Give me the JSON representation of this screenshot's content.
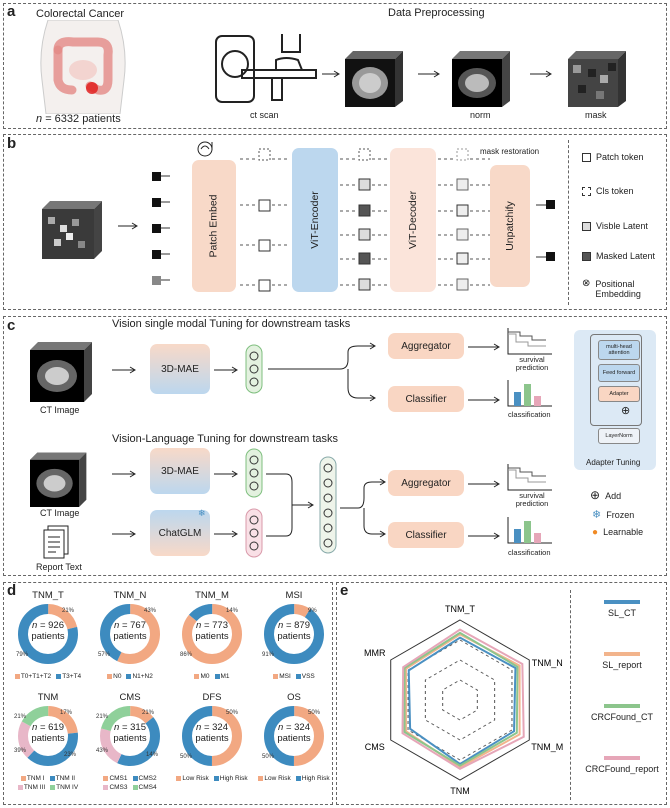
{
  "panel_a": {
    "label": "a",
    "title_left": "Colorectal Cancer",
    "title_right": "Data Preprocessing",
    "patients": "= 6332 patients",
    "n": "n",
    "steps": [
      "ct scan",
      "norm",
      "mask"
    ]
  },
  "panel_b": {
    "label": "b",
    "patch_embed": "Patch Embed",
    "encoder": "ViT-Encoder",
    "decoder": "ViT-Decoder",
    "unpatchify": "Unpatchify",
    "mask_restoration": "mask restoration",
    "legend": [
      "Patch token",
      "Cls token",
      "Visble Latent",
      "Masked Latent",
      "Positional Embedding"
    ]
  },
  "panel_c": {
    "label": "c",
    "title_top": "Vision single modal Tuning for downstream tasks",
    "title_bottom": "Vision-Language Tuning for downstream tasks",
    "ct_image": "CT Image",
    "report_text": "Report Text",
    "mae": "3D-MAE",
    "chatglm": "ChatGLM",
    "aggregator": "Aggregator",
    "classifier": "Classifier",
    "survival_prediction": "survival prediction",
    "classification": "classification",
    "adapter": {
      "attention": "multi-head attention",
      "feed_forward": "Feed forward",
      "adapter": "Adapter",
      "layernorm": "LayerNorm",
      "caption": "Adapter Tuning"
    },
    "legend": [
      "Add",
      "Frozen",
      "Learnable"
    ]
  },
  "panel_d": {
    "label": "d",
    "donuts": [
      {
        "title": "TNM_T",
        "n": "= 926",
        "unit": "patients",
        "legend": [
          "T0+T1+T2",
          "T3+T4"
        ],
        "pcts": [
          "21%",
          "79%"
        ],
        "values": [
          21,
          79
        ],
        "colors": [
          "#f2a882",
          "#3d8bbf"
        ]
      },
      {
        "title": "TNM_N",
        "n": "= 767",
        "unit": "patients",
        "legend": [
          "N0",
          "N1+N2"
        ],
        "pcts": [
          "43%",
          "57%"
        ],
        "values": [
          57,
          43
        ],
        "colors": [
          "#f2a882",
          "#3d8bbf"
        ]
      },
      {
        "title": "TNM_M",
        "n": "= 773",
        "unit": "patients",
        "legend": [
          "M0",
          "M1"
        ],
        "pcts": [
          "14%",
          "86%"
        ],
        "values": [
          86,
          14
        ],
        "colors": [
          "#f2a882",
          "#3d8bbf"
        ]
      },
      {
        "title": "MSI",
        "n": "= 879",
        "unit": "patients",
        "legend": [
          "MSI",
          "VSS"
        ],
        "pcts": [
          "9%",
          "91%"
        ],
        "values": [
          9,
          91
        ],
        "colors": [
          "#f2a882",
          "#3d8bbf"
        ]
      },
      {
        "title": "TNM",
        "n": "= 619",
        "unit": "patients",
        "legend": [
          "TNM I",
          "TNM II",
          "TNM III",
          "TNM IV"
        ],
        "pcts": [
          "17%",
          "23%",
          "39%",
          "21%"
        ],
        "values": [
          23,
          39,
          21,
          17
        ],
        "colors": [
          "#f2a882",
          "#3d8bbf",
          "#e8b7c8",
          "#8fd09a"
        ]
      },
      {
        "title": "CMS",
        "n": "= 315",
        "unit": "patients",
        "legend": [
          "CMS1",
          "CMS2",
          "CMS3",
          "CMS4"
        ],
        "pcts": [
          "21%",
          "14%",
          "43%",
          "21%"
        ],
        "values": [
          14,
          43,
          22,
          21
        ],
        "colors": [
          "#f2a882",
          "#3d8bbf",
          "#e8b7c8",
          "#8fd09a"
        ]
      },
      {
        "title": "DFS",
        "n": "= 324",
        "unit": "patients",
        "legend": [
          "Low Risk",
          "High Risk"
        ],
        "pcts": [
          "50%",
          "50%"
        ],
        "values": [
          50,
          50
        ],
        "colors": [
          "#f2a882",
          "#3d8bbf"
        ]
      },
      {
        "title": "OS",
        "n": "= 324",
        "unit": "patients",
        "legend": [
          "Low Risk",
          "High Risk"
        ],
        "pcts": [
          "50%",
          "50%"
        ],
        "values": [
          50,
          50
        ],
        "colors": [
          "#f2a882",
          "#3d8bbf"
        ]
      }
    ]
  },
  "panel_e": {
    "label": "e",
    "axes": [
      "TNM_T",
      "TNM_N",
      "TNM_M",
      "TNM",
      "CMS",
      "MMR"
    ],
    "legend": [
      {
        "name": "SL_CT",
        "color": "#4a90c2"
      },
      {
        "name": "SL_report",
        "color": "#f2b48c"
      },
      {
        "name": "CRCFound_CT",
        "color": "#8cc58c"
      },
      {
        "name": "CRCFound_report",
        "color": "#e6a6b8"
      }
    ]
  },
  "chart_data": {
    "type": "radar",
    "categories": [
      "TNM_T",
      "TNM_N",
      "TNM_M",
      "TNM",
      "CMS",
      "MMR"
    ],
    "series": [
      {
        "name": "SL_CT",
        "values": [
          0.78,
          0.8,
          0.78,
          0.8,
          0.72,
          0.74
        ]
      },
      {
        "name": "SL_report",
        "values": [
          0.82,
          0.86,
          0.86,
          0.84,
          0.78,
          0.78
        ]
      },
      {
        "name": "CRCFound_CT",
        "values": [
          0.84,
          0.83,
          0.82,
          0.82,
          0.8,
          0.8
        ]
      },
      {
        "name": "CRCFound_report",
        "values": [
          0.88,
          0.9,
          0.92,
          0.86,
          0.83,
          0.82
        ]
      }
    ]
  }
}
